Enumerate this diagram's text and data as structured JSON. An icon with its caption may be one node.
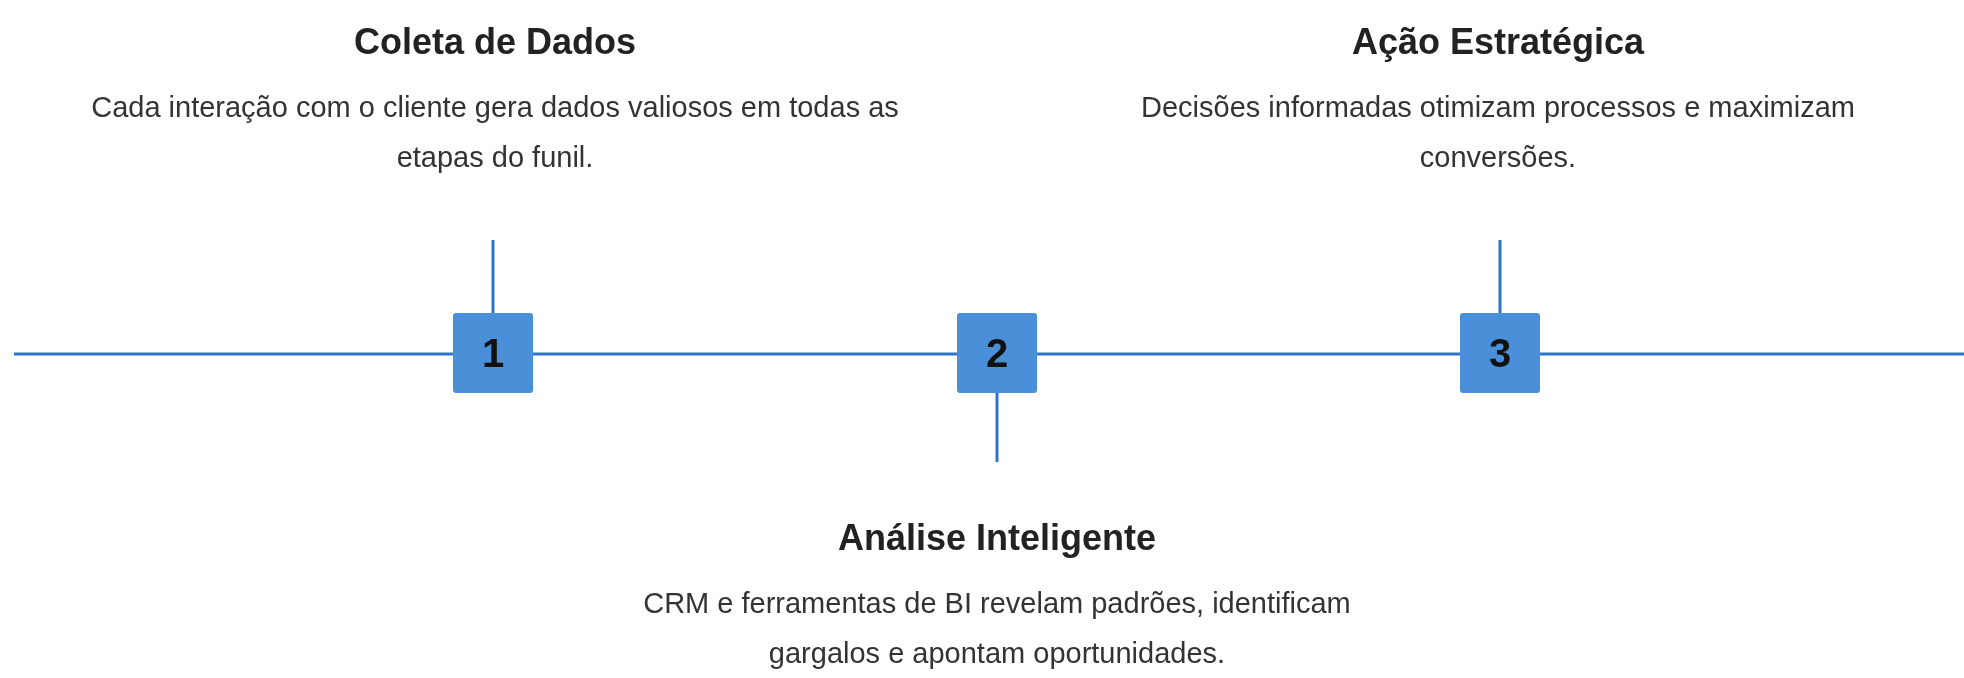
{
  "diagram": {
    "nodes": [
      {
        "text": [
          "Coleta de Dados",
          "Cada interação com o cliente gera dados valiosos em todas as etapas do funil."
        ]
      },
      {
        "text": [
          "Ação Estratégica",
          "Decisões informadas otimizam processos e maximizam conversões."
        ]
      },
      {
        "text": [
          "1"
        ]
      },
      {
        "text": [
          "2"
        ]
      },
      {
        "text": [
          "3"
        ]
      },
      {
        "text": [
          "Análise Inteligente",
          "CRM e ferramentas de BI revelam padrões, identificam gargalos e apontam oportunidades."
        ]
      }
    ],
    "edges": [
      {
        "from": null,
        "to": 2,
        "arrow": "none"
      },
      {
        "from": 2,
        "to": 3,
        "arrow": "none"
      },
      {
        "from": 3,
        "to": 4,
        "arrow": "none"
      },
      {
        "from": 4,
        "to": null,
        "arrow": "none"
      },
      {
        "from": 0,
        "to": 2,
        "arrow": "none"
      },
      {
        "from": 3,
        "to": 5,
        "arrow": "none"
      },
      {
        "from": 1,
        "to": 4,
        "arrow": "none"
      }
    ]
  }
}
